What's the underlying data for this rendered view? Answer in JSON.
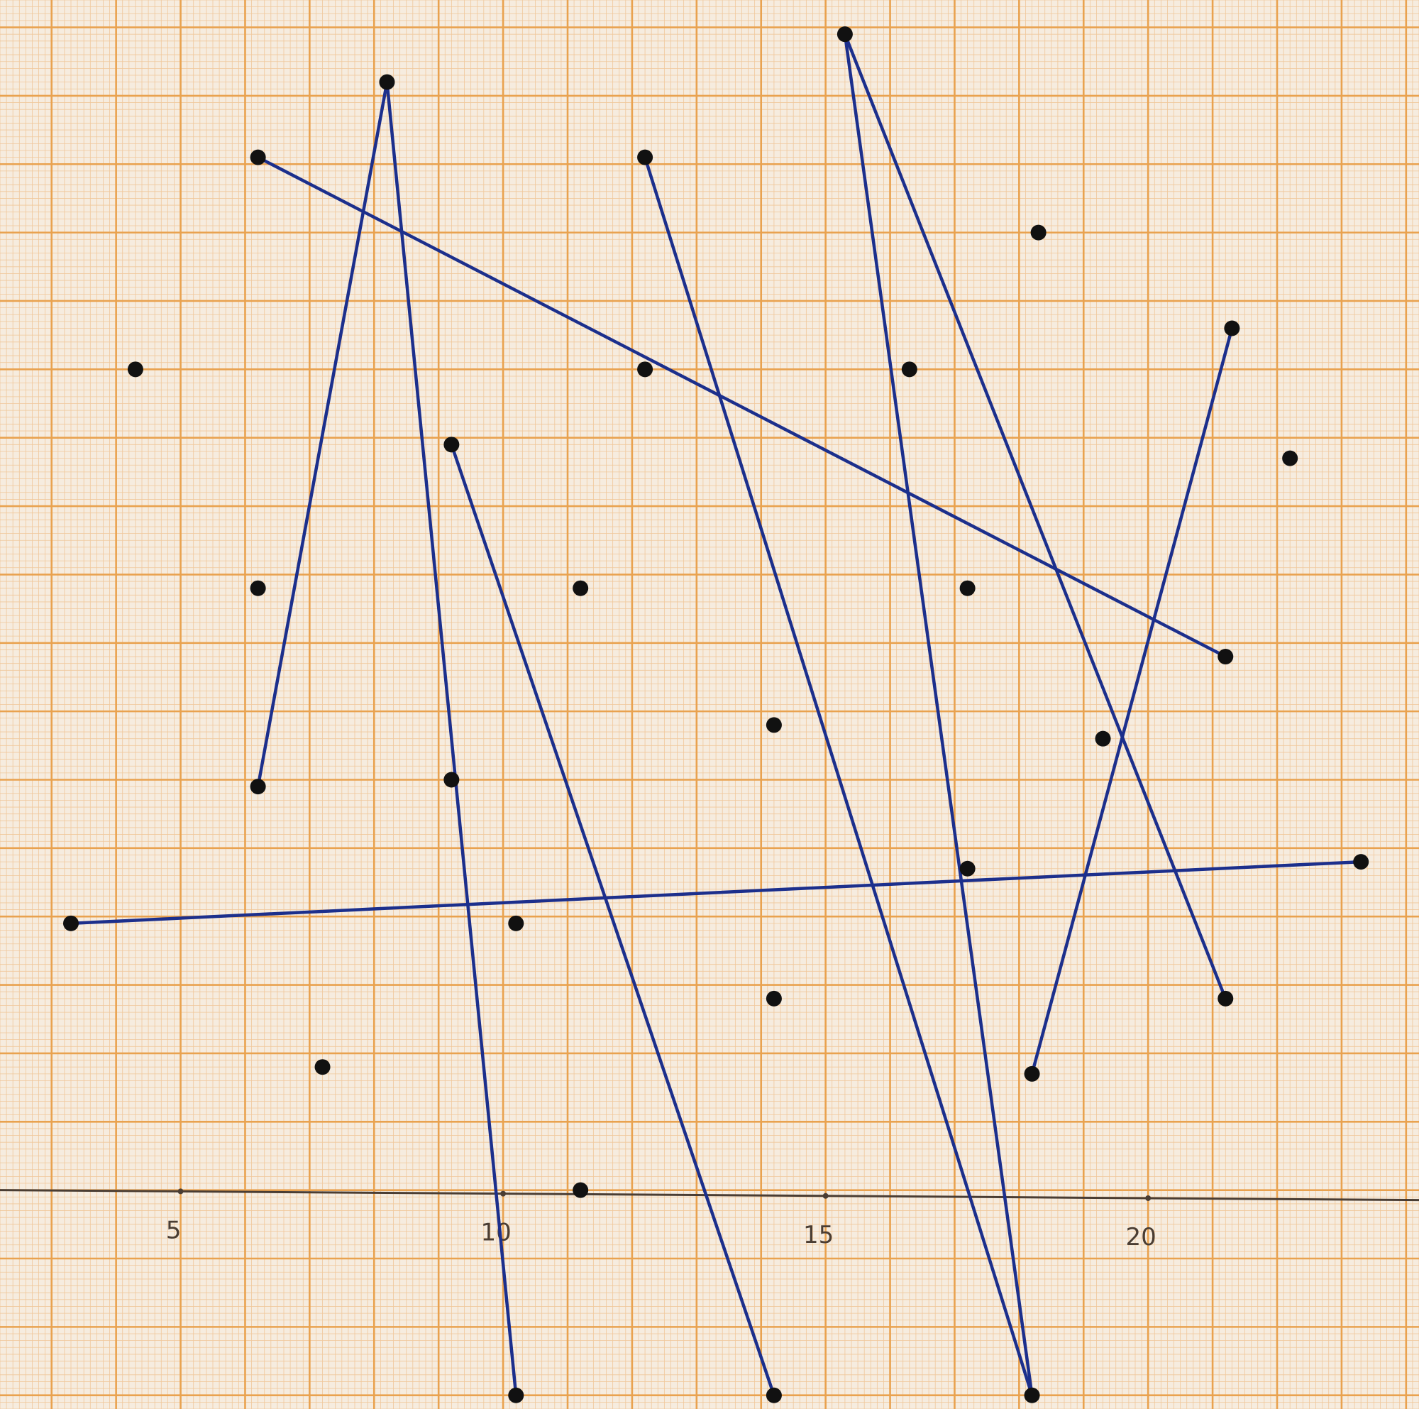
{
  "chart_data": {
    "type": "scatter",
    "title": "",
    "xlabel": "",
    "ylabel": "",
    "xlim": [
      2.2,
      24.2
    ],
    "ylim": [
      -3.2,
      17.4
    ],
    "grid": true,
    "x_tick_labels": [
      "5",
      "10",
      "15",
      "20"
    ],
    "x_ticks": [
      5,
      10,
      15,
      20
    ],
    "points": [
      [
        15.3,
        16.9
      ],
      [
        8.2,
        16.2
      ],
      [
        6.2,
        15.1
      ],
      [
        12.2,
        15.1
      ],
      [
        18.3,
        14.0
      ],
      [
        21.3,
        12.6
      ],
      [
        4.3,
        12.0
      ],
      [
        12.2,
        12.0
      ],
      [
        16.3,
        12.0
      ],
      [
        9.2,
        10.9
      ],
      [
        22.2,
        10.7
      ],
      [
        6.2,
        8.8
      ],
      [
        11.2,
        8.8
      ],
      [
        17.2,
        8.8
      ],
      [
        21.2,
        7.8
      ],
      [
        14.2,
        6.8
      ],
      [
        19.3,
        6.6
      ],
      [
        6.2,
        5.9
      ],
      [
        9.2,
        6.0
      ],
      [
        17.2,
        4.7
      ],
      [
        23.3,
        4.8
      ],
      [
        3.3,
        3.9
      ],
      [
        10.2,
        3.9
      ],
      [
        14.2,
        2.8
      ],
      [
        21.2,
        2.8
      ],
      [
        7.2,
        1.8
      ],
      [
        18.2,
        1.7
      ],
      [
        11.2,
        0.0
      ],
      [
        10.2,
        -3.0
      ],
      [
        14.2,
        -3.0
      ],
      [
        18.2,
        -3.0
      ]
    ],
    "segments": [
      [
        [
          15.3,
          16.9
        ],
        [
          18.2,
          -3.0
        ]
      ],
      [
        [
          8.2,
          16.2
        ],
        [
          10.2,
          -3.0
        ]
      ],
      [
        [
          8.2,
          16.2
        ],
        [
          6.2,
          5.9
        ]
      ],
      [
        [
          6.2,
          15.1
        ],
        [
          21.2,
          7.8
        ]
      ],
      [
        [
          12.2,
          15.1
        ],
        [
          18.2,
          -3.0
        ]
      ],
      [
        [
          9.2,
          10.9
        ],
        [
          14.2,
          -3.0
        ]
      ],
      [
        [
          21.3,
          12.6
        ],
        [
          18.2,
          1.7
        ]
      ],
      [
        [
          15.3,
          16.9
        ],
        [
          21.2,
          2.8
        ]
      ],
      [
        [
          3.3,
          3.9
        ],
        [
          23.3,
          4.8
        ]
      ]
    ],
    "colors": {
      "paper": "#f6ecdf",
      "major_grid": "#e9a24f",
      "minor_grid": "#f0c79a",
      "axis": "#4a3d33",
      "line": "#1c2f8c",
      "point": "#111111"
    }
  }
}
